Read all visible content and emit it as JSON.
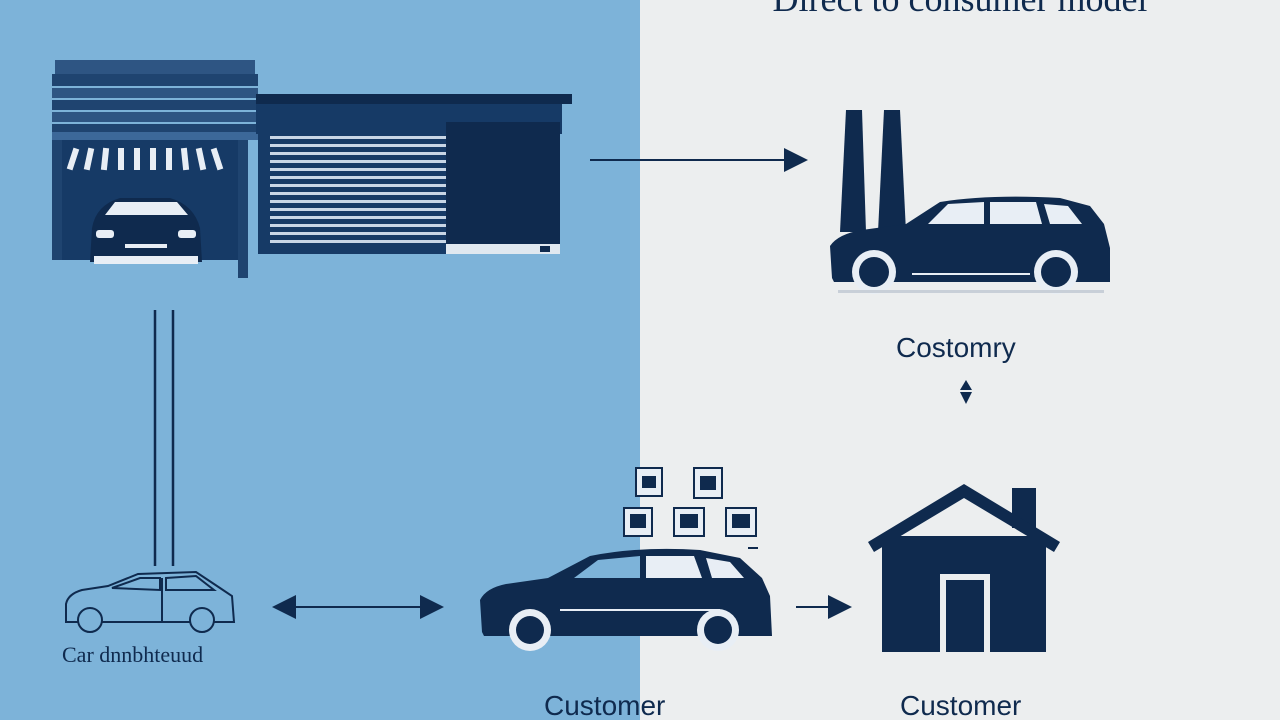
{
  "diagram": {
    "title": "Direct to consumer model",
    "labels": {
      "car_distributor": "Car dnnbhteuud",
      "customer_left": "Customer",
      "customer_right": "Customer",
      "customer_top": "Costomry"
    }
  },
  "colors": {
    "left_panel": "#7db3d9",
    "right_panel": "#eceeef",
    "navy": "#0f2a4e"
  }
}
